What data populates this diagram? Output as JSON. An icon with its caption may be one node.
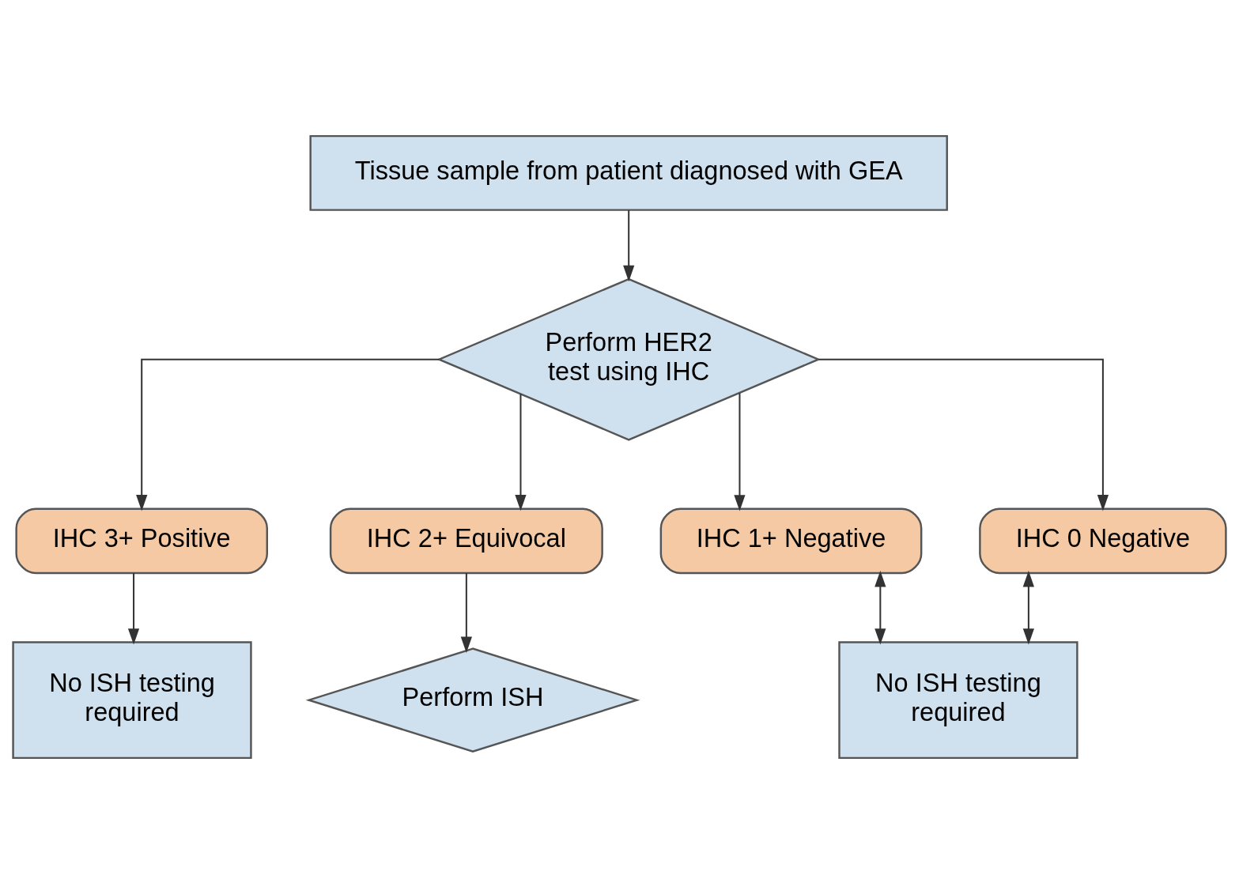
{
  "diagram": {
    "nodes": [
      {
        "text": [
          "Tissue sample from patient diagnosed with GEA"
        ]
      },
      {
        "text": [
          "Perform HER2 test using IHC"
        ]
      },
      {
        "text": [
          "IHC 3+ Positive"
        ]
      },
      {
        "text": [
          "IHC 2+ Equivocal"
        ]
      },
      {
        "text": [
          "IHC 1+ Negative"
        ]
      },
      {
        "text": [
          "IHC 0 Negative"
        ]
      },
      {
        "text": [
          "No ISH testing required"
        ]
      },
      {
        "text": [
          "Perform ISH"
        ]
      },
      {
        "text": [
          "No ISH testing required"
        ]
      }
    ],
    "edges": [
      {
        "from": 0,
        "to": 1,
        "arrow": "to"
      },
      {
        "from": 1,
        "to": 2,
        "arrow": "to"
      },
      {
        "from": 1,
        "to": 3,
        "arrow": "to"
      },
      {
        "from": 1,
        "to": 4,
        "arrow": "to"
      },
      {
        "from": 1,
        "to": 5,
        "arrow": "to"
      },
      {
        "from": 2,
        "to": 6,
        "arrow": "to"
      },
      {
        "from": 3,
        "to": 7,
        "arrow": "to"
      },
      {
        "from": 4,
        "to": 8,
        "arrow": "both"
      },
      {
        "from": 5,
        "to": 8,
        "arrow": "both"
      }
    ]
  }
}
